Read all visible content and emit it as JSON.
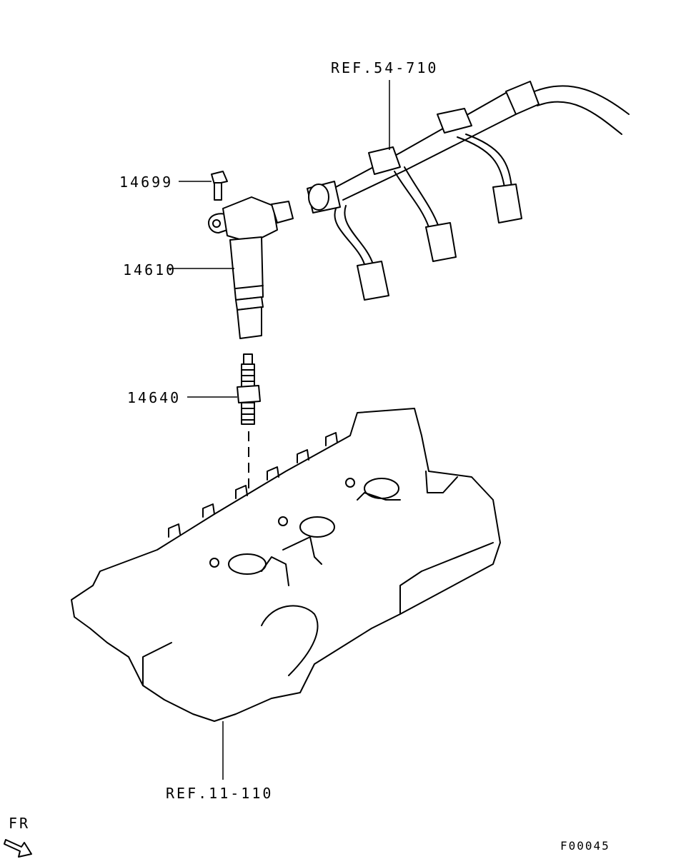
{
  "labels": {
    "bolt": "14699",
    "ignition_coil": "14610",
    "spark_plug": "14640",
    "wiring_harness_ref": "REF.54-710",
    "cylinder_head_cover_ref": "REF.11-110",
    "front_indicator": "FR",
    "figure_number": "F00045"
  }
}
